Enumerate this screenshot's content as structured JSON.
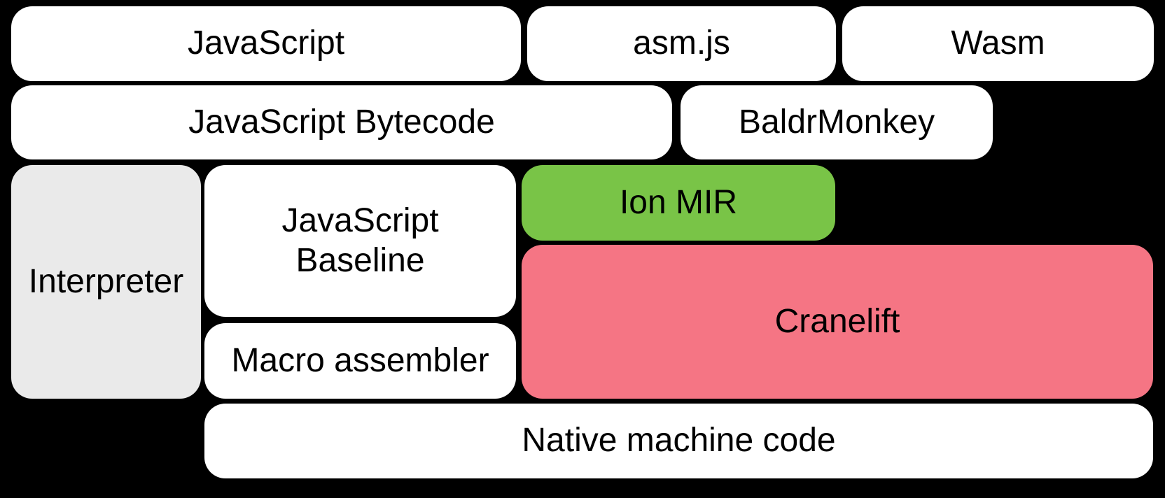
{
  "diagram": {
    "background": "#000000",
    "text_color": "#000000",
    "boxes": {
      "javascript": {
        "label": "JavaScript",
        "fill": "#FFFFFF"
      },
      "asmjs": {
        "label": "asm.js",
        "fill": "#FFFFFF"
      },
      "wasm": {
        "label": "Wasm",
        "fill": "#FFFFFF"
      },
      "bytecode": {
        "label": "JavaScript Bytecode",
        "fill": "#FFFFFF"
      },
      "baldrmonkey": {
        "label": "BaldrMonkey",
        "fill": "#FFFFFF"
      },
      "interpreter": {
        "label": "Interpreter",
        "fill": "#EAEAEA"
      },
      "baseline": {
        "label": "JavaScript\nBaseline",
        "fill": "#FFFFFF"
      },
      "ion_mir": {
        "label": "Ion MIR",
        "fill": "#79C447"
      },
      "cranelift": {
        "label": "Cranelift",
        "fill": "#F57584"
      },
      "macro_assembler": {
        "label": "Macro assembler",
        "fill": "#FFFFFF"
      },
      "native_machine_code": {
        "label": "Native machine code",
        "fill": "#FFFFFF"
      }
    }
  }
}
